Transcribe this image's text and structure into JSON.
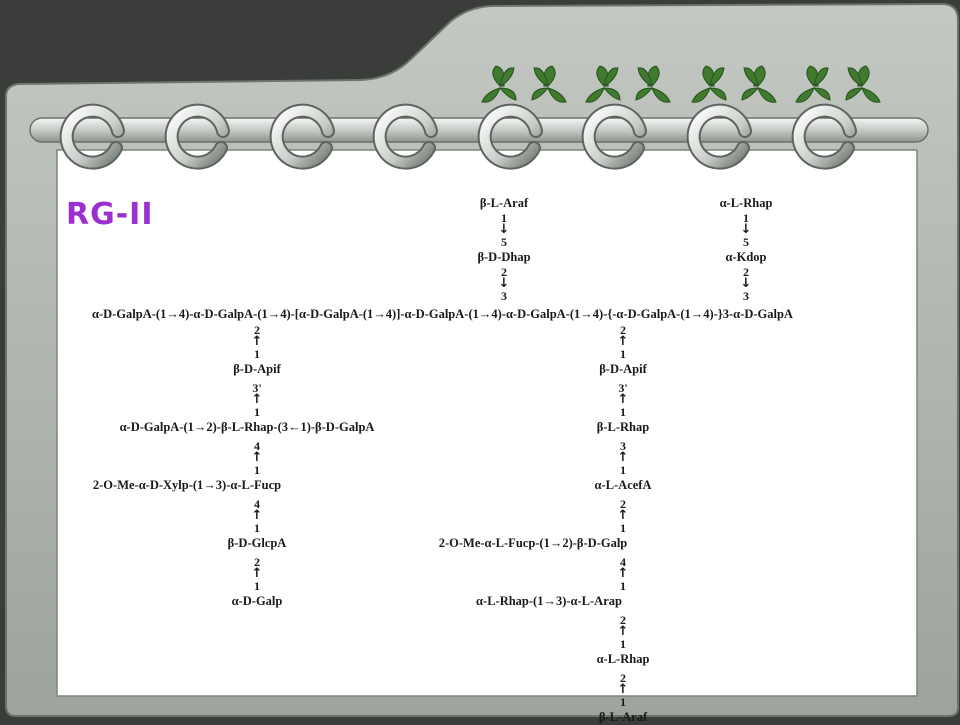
{
  "title": "RG-II",
  "backbone": "α-D-GalpA-(1→4)-α-D-GalpA-(1→4)-[α-D-GalpA-(1→4)]-α-D-GalpA-(1→4)-α-D-GalpA-(1→4)-{-α-D-GalpA-(1→4)-}3-α-D-GalpA",
  "chain_top_a": {
    "residues": [
      "β-L-Araf",
      "β-D-Dhap"
    ],
    "links": [
      [
        "1",
        "5"
      ],
      [
        "2",
        "3"
      ]
    ]
  },
  "chain_top_b": {
    "residues": [
      "α-L-Rhap",
      "α-Kdop"
    ],
    "links": [
      [
        "1",
        "5"
      ],
      [
        "2",
        "3"
      ]
    ]
  },
  "chain_left": {
    "residues": [
      "β-D-Apif",
      "α-D-GalpA-(1→2)-β-L-Rhap-(3←1)-β-D-GalpA",
      "2-O-Me-α-D-Xylp-(1→3)-α-L-Fucp",
      "β-D-GlcpA",
      "α-D-Galp"
    ],
    "links": [
      [
        "2",
        "1"
      ],
      [
        "3'",
        "1"
      ],
      [
        "4",
        "1"
      ],
      [
        "4",
        "1"
      ],
      [
        "2",
        "1"
      ]
    ]
  },
  "chain_right": {
    "residues": [
      "β-D-Apif",
      "β-L-Rhap",
      "α-L-AcefA",
      "2-O-Me-α-L-Fucp-(1→2)-β-D-Galp",
      "α-L-Rhap-(1→3)-α-L-Arap",
      "α-L-Rhap",
      "β-L-Araf"
    ],
    "links": [
      [
        "2",
        "1"
      ],
      [
        "3'",
        "1"
      ],
      [
        "3",
        "1"
      ],
      [
        "2",
        "1"
      ],
      [
        "4",
        "1"
      ],
      [
        "2",
        "1"
      ],
      [
        "2",
        "1"
      ]
    ]
  },
  "colors": {
    "frame": "#a9aea9",
    "panel": "#ffffff",
    "title": "#9b2fd0",
    "leaf": "#3f7a2e",
    "ring": "#c9cdc9"
  },
  "decor": {
    "leaf_icon": "leaf-cluster-icon",
    "ring_icon": "binder-ring-icon"
  }
}
